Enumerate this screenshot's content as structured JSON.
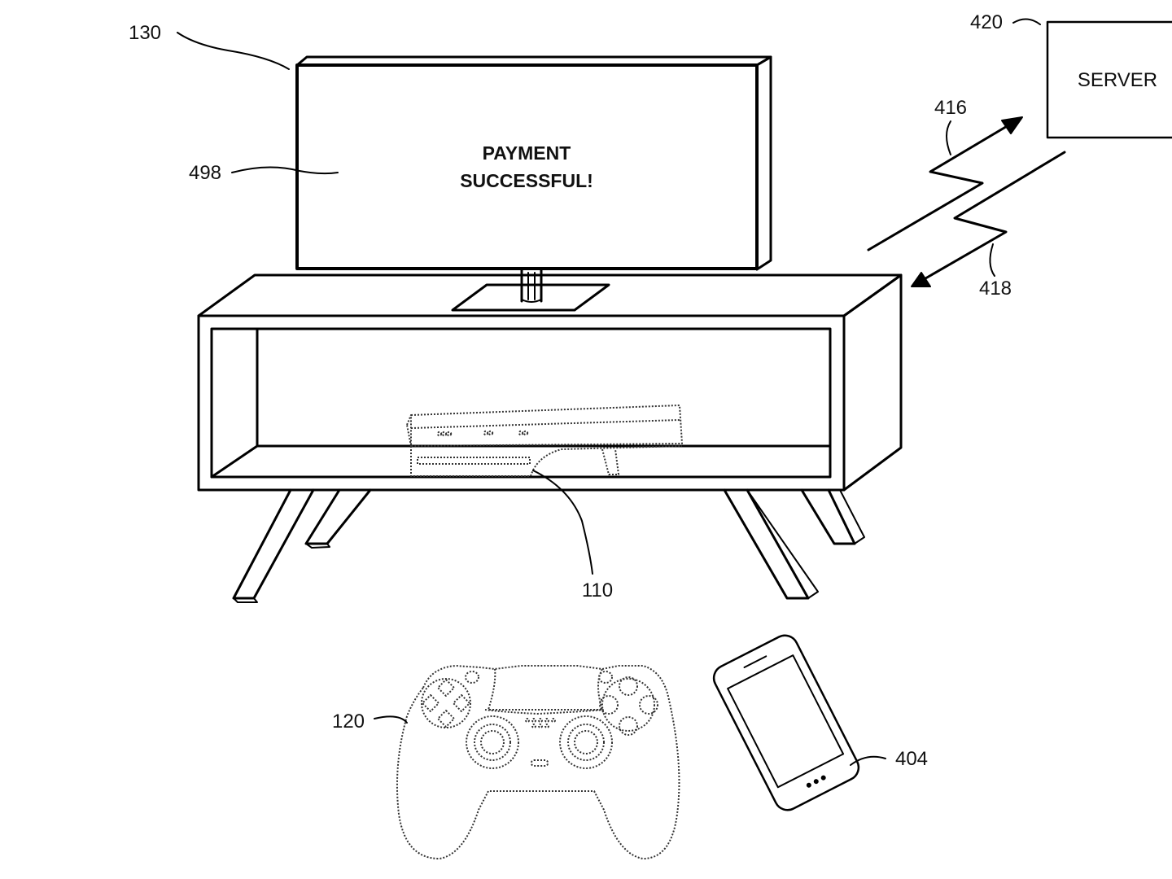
{
  "screen": {
    "line1": "PAYMENT",
    "line2": "SUCCESSFUL!"
  },
  "server": {
    "label": "SERVER"
  },
  "refs": {
    "tv": "130",
    "display": "498",
    "server": "420",
    "uplink": "416",
    "downlink": "418",
    "console": "110",
    "controller": "120",
    "phone": "404"
  }
}
